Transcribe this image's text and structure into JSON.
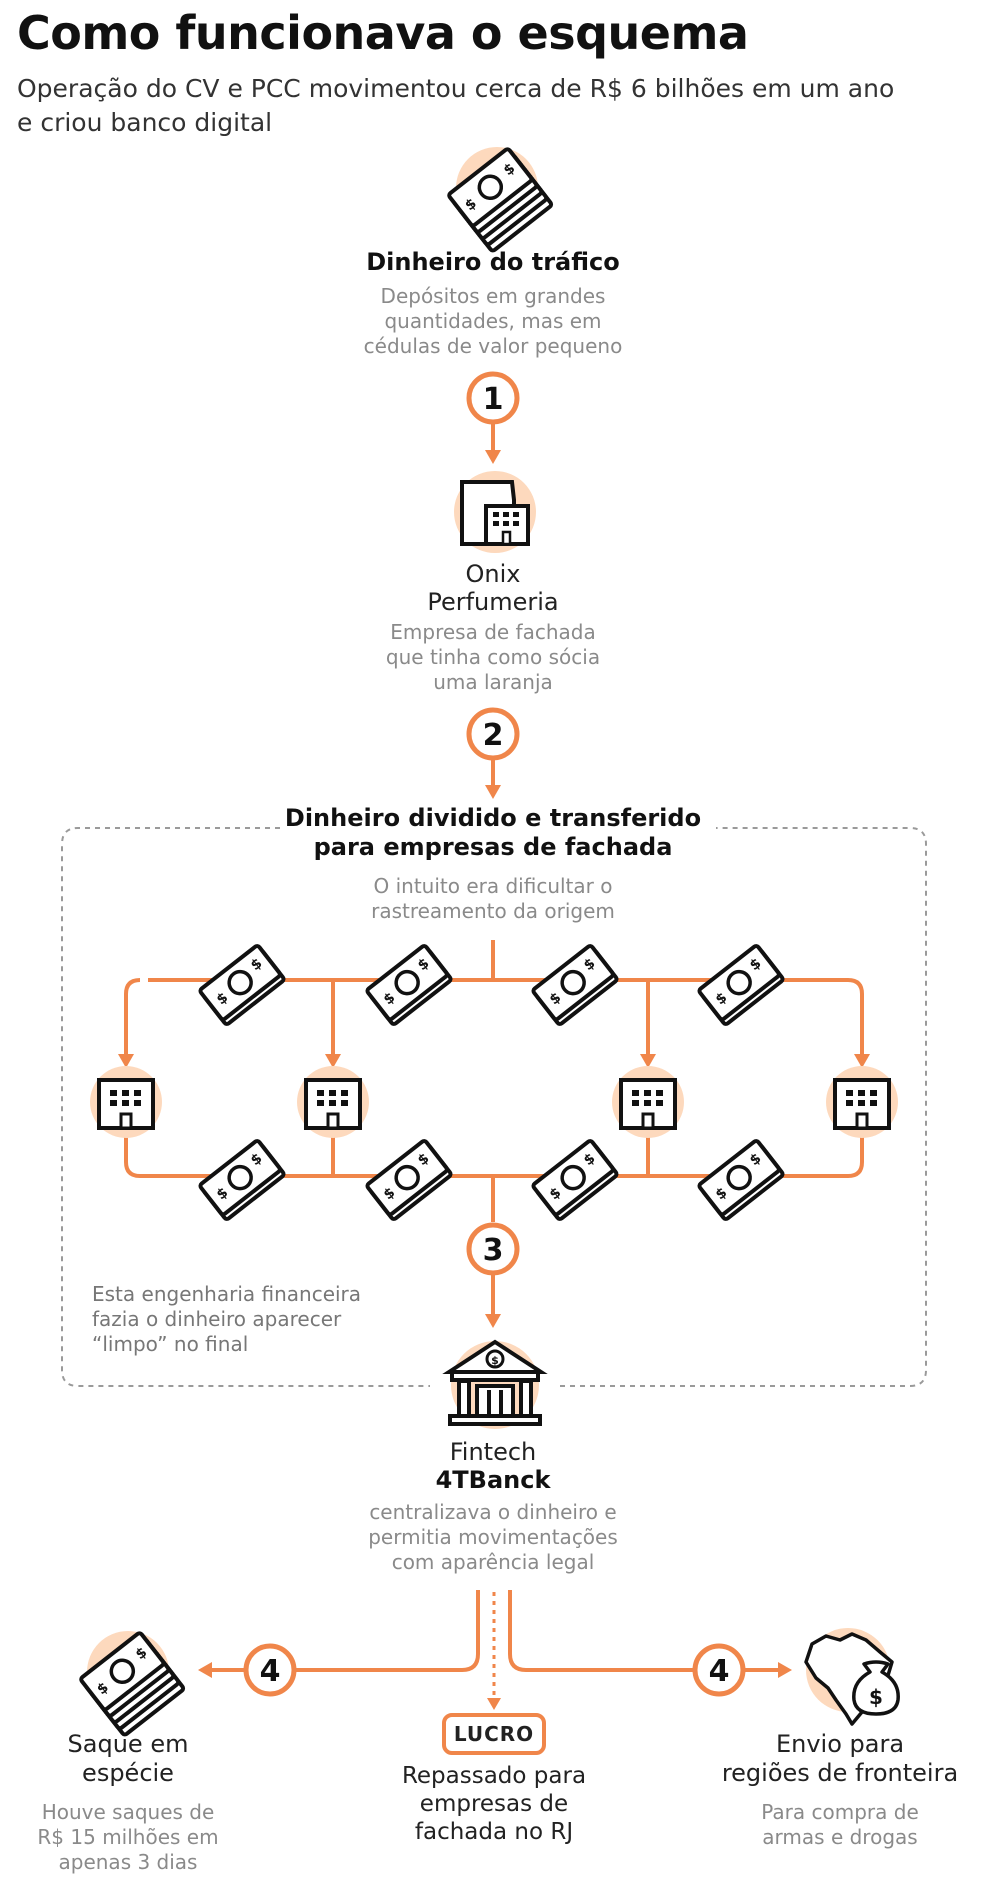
{
  "header": {
    "title": "Como funcionava o esquema",
    "subtitle_line1": "Operação do CV e PCC movimentou cerca de R$ 6 bilhões em um ano",
    "subtitle_line2": "e criou banco digital"
  },
  "step0": {
    "title": "Dinheiro do tráfico",
    "desc": [
      "Depósitos em grandes",
      "quantidades, mas em",
      "cédulas de valor pequeno"
    ]
  },
  "step1": {
    "number": "1",
    "title1": "Onix",
    "title2": "Perfumeria",
    "desc": [
      "Empresa de fachada",
      "que tinha como sócia",
      "uma laranja"
    ]
  },
  "step2": {
    "number": "2",
    "title": [
      "Dinheiro dividido e transferido",
      "para empresas de fachada"
    ],
    "desc": [
      "O intuito era dificultar o",
      "rastreamento da origem"
    ],
    "note": [
      "Esta engenharia financeira",
      "fazia o dinheiro aparecer",
      "“limpo” no final"
    ]
  },
  "step3": {
    "number": "3",
    "title1": "Fintech",
    "title2": "4TBanck",
    "desc": [
      "centralizava o dinheiro e",
      "permitia movimentações",
      "com aparência legal"
    ]
  },
  "step4": {
    "number": "4",
    "left": {
      "title": [
        "Saque em",
        "espécie"
      ],
      "desc": [
        "Houve saques de",
        "R$ 15 milhões em",
        "apenas 3 dias"
      ]
    },
    "center": {
      "badge": "LUCRO",
      "desc": [
        "Repassado para",
        "empresas de",
        "fachada no RJ"
      ]
    },
    "right": {
      "title": [
        "Envio para",
        "regiões de fronteira"
      ],
      "desc": [
        "Para compra de",
        "armas e drogas"
      ]
    }
  },
  "colors": {
    "accent": "#f0864a",
    "icon_bg": "#fdd9bd",
    "icon_stroke": "#111111",
    "muted_text": "#8a8a8a",
    "dashed_border": "#9a9a9a"
  },
  "icons": [
    "money-stack-icon",
    "store-building-icon",
    "building-icon",
    "banknote-icon",
    "bank-icon",
    "brazil-map-icon",
    "money-bag-icon"
  ]
}
